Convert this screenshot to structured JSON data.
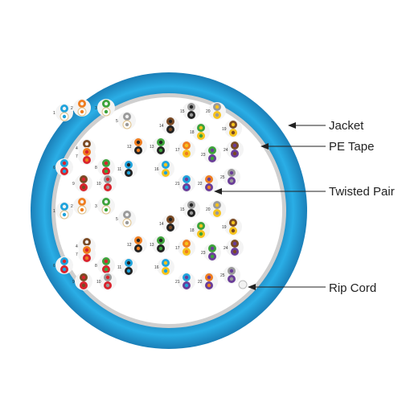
{
  "callouts": {
    "jacket": "Jacket",
    "pe_tape": "PE Tape",
    "twisted_pair": "Twisted Pair",
    "rip_cord": "Rip Cord"
  },
  "colors": {
    "jacket_outer": "#1c8ac6",
    "jacket_mid": "#27a9e1",
    "tape": "#cfcfcf",
    "core_fill": "#ffffff",
    "leader_line": "#222222",
    "insulation": "#f4f4f4"
  },
  "conductor_colors": {
    "blue": "#1fa3dc",
    "orange": "#ef7d1f",
    "green": "#3da33b",
    "brown": "#7a4a24",
    "slate": "#9a9a9a",
    "white": "#ffffff",
    "red": "#d9232d",
    "black": "#222222",
    "yellow": "#f6c31c",
    "violet": "#6a3d98"
  },
  "pair_groups": [
    {
      "name": "pair-group-a",
      "ring": "white",
      "tip_colors": [
        "blue",
        "orange",
        "green",
        "brown",
        "slate"
      ],
      "numbers": [
        "1",
        "2",
        "3",
        "4",
        "5"
      ]
    },
    {
      "name": "pair-group-b",
      "ring": "red",
      "tip_colors": [
        "blue",
        "orange",
        "green",
        "brown",
        "slate"
      ],
      "numbers": [
        "6",
        "7",
        "8",
        "9",
        "10"
      ]
    },
    {
      "name": "pair-group-c",
      "ring": "black",
      "tip_colors": [
        "blue",
        "orange",
        "green",
        "brown",
        "slate"
      ],
      "numbers": [
        "11",
        "12",
        "13",
        "14",
        "15"
      ]
    },
    {
      "name": "pair-group-d",
      "ring": "yellow",
      "tip_colors": [
        "blue",
        "orange",
        "green",
        "brown",
        "slate"
      ],
      "numbers": [
        "16",
        "17",
        "18",
        "19",
        "20"
      ]
    },
    {
      "name": "pair-group-e",
      "ring": "violet",
      "tip_colors": [
        "blue",
        "orange",
        "green",
        "brown",
        "slate"
      ],
      "numbers": [
        "21",
        "22",
        "23",
        "24",
        "25"
      ]
    }
  ]
}
